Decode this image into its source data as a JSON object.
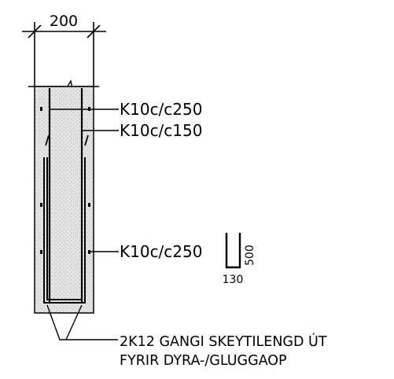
{
  "drawing": {
    "dimension_width": "200",
    "labels": {
      "rebar_top": "K10c/c250",
      "rebar_upper": "K10c/c150",
      "rebar_lower": "K10c/c250",
      "rebar_bottom_line1": "2K12 GANGI SKEYTILENGD ÚT",
      "rebar_bottom_line2": "FYRIR DYRA-/GLUGGAOP"
    },
    "stirrup_detail": {
      "height": "500",
      "width": "130"
    },
    "colors": {
      "line": "#000000",
      "concrete_fill": "#e6e6e6",
      "background": "#ffffff"
    }
  }
}
